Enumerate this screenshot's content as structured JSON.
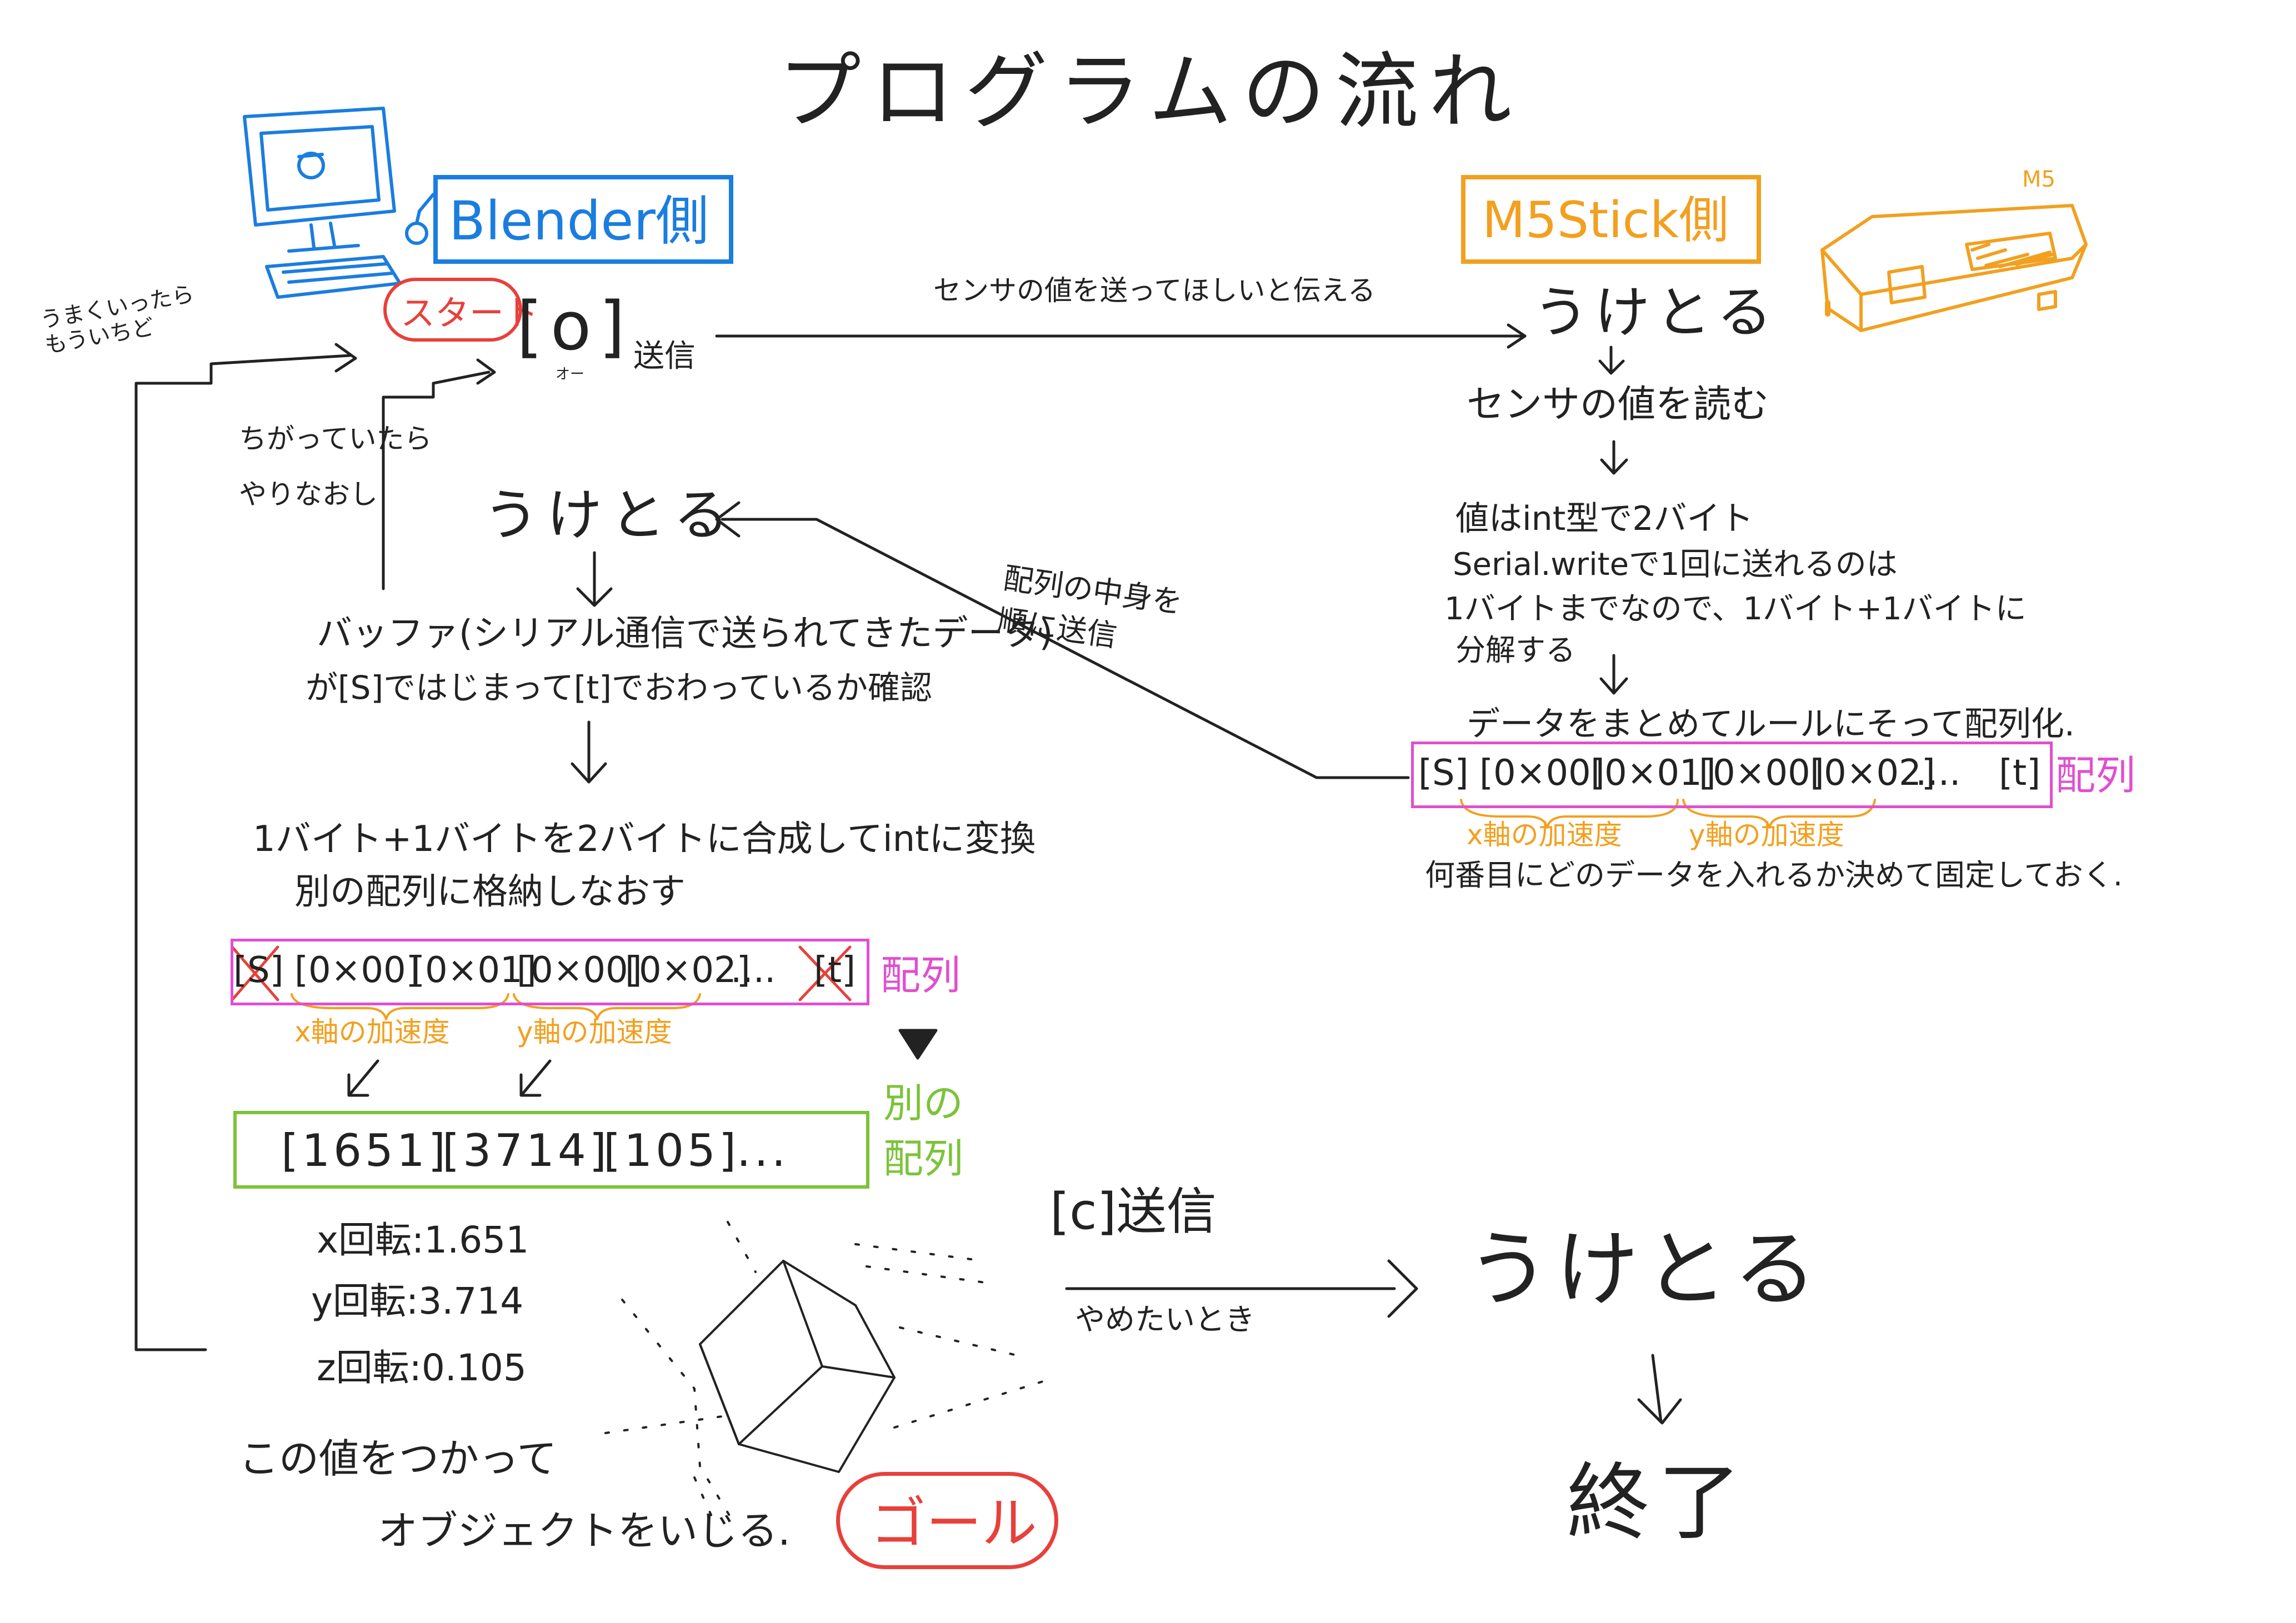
{
  "title": "プログラムの流れ",
  "colors": {
    "blender_blue": "#1a7de0",
    "m5_orange": "#f2a020",
    "red": "#e8403a",
    "magenta": "#e04fd0",
    "green": "#7cc33a",
    "ink": "#222222"
  },
  "icons": {
    "pc": "computer-icon",
    "m5": "m5stick-device-icon",
    "cube": "cube-3d-icon"
  },
  "blender": {
    "header": "Blender側",
    "start": "スタート",
    "send_o": "[o]",
    "send_o_sub": "オー",
    "send_o_label": "送信",
    "retry_ok": "うまくいったら\nもういちど",
    "retry_ng": "ちがっていたら\nやりなおし",
    "receive": "うけとる",
    "check_line1": "バッファ(シリアル通信で送られてきたデータ)",
    "check_line2": "が[S]ではじまって[t]でおわっているか確認",
    "combine_line1": "1バイト+1バイトを2バイトに合成してintに変換",
    "combine_line2": "別の配列に格納しなおす",
    "array_cells": [
      "[S]",
      "[0×00]",
      "[0×01]",
      "[0×00]",
      "[0×02]",
      "....",
      "[t]"
    ],
    "array_label": "配列",
    "x_accel": "x軸の加速度",
    "y_accel": "y軸の加速度",
    "converted_cells": [
      "[1651]",
      "[3714]",
      "[105]",
      "..."
    ],
    "converted_label_1": "別の",
    "converted_label_2": "配列",
    "x_rot": "x回転:1.651",
    "y_rot": "y回転:3.714",
    "z_rot": "z回転:0.105",
    "use_line1": "この値をつかって",
    "use_line2": "オブジェクトをいじる.",
    "goal": "ゴール",
    "send_c": "[c]送信",
    "send_c_cond": "やめたいとき"
  },
  "m5": {
    "header": "M5Stick側",
    "device_label": "M5",
    "request": "センサの値を送ってほしいと伝える",
    "receive": "うけとる",
    "read": "センサの値を読む",
    "note_line1": "値はint型で2バイト",
    "note_line2": "Serial.writeで1回に送れるのは",
    "note_line3": "1バイトまでなので、1バイト+1バイトに",
    "note_line4": "分解する",
    "arrange": "データをまとめてルールにそって配列化.",
    "array_cells": [
      "[S]",
      "[0×00]",
      "[0×01]",
      "[0×00]",
      "[0×02]",
      "....",
      "[t]"
    ],
    "array_label": "配列",
    "x_accel": "x軸の加速度",
    "y_accel": "y軸の加速度",
    "fixed_note": "何番目にどのデータを入れるか決めて固定しておく.",
    "send_array": "配列の中身を\n順に送信",
    "end_receive": "うけとる",
    "end": "終了"
  }
}
